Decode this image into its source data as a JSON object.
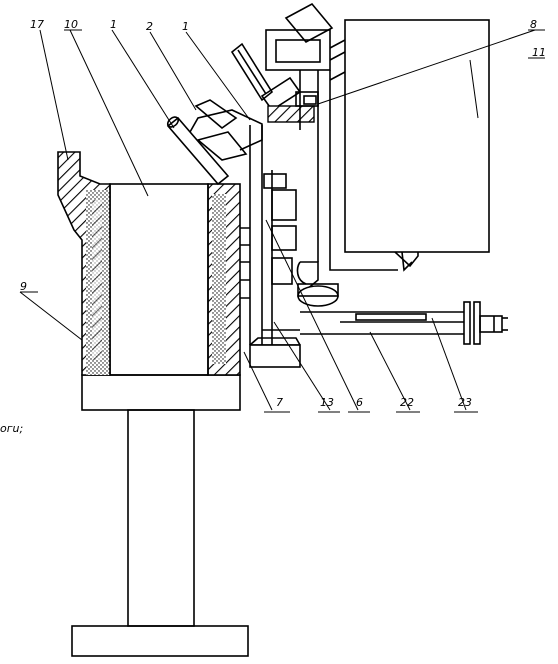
{
  "labels": {
    "l17": "17",
    "l10": "10",
    "l1": "1",
    "l2": "2",
    "l4": "1",
    "l8": "8",
    "l11": "11",
    "l9": "9",
    "l7": "7",
    "l13": "13",
    "l6": "6",
    "l22": "22",
    "l23": "23",
    "side_text": "огu;"
  }
}
